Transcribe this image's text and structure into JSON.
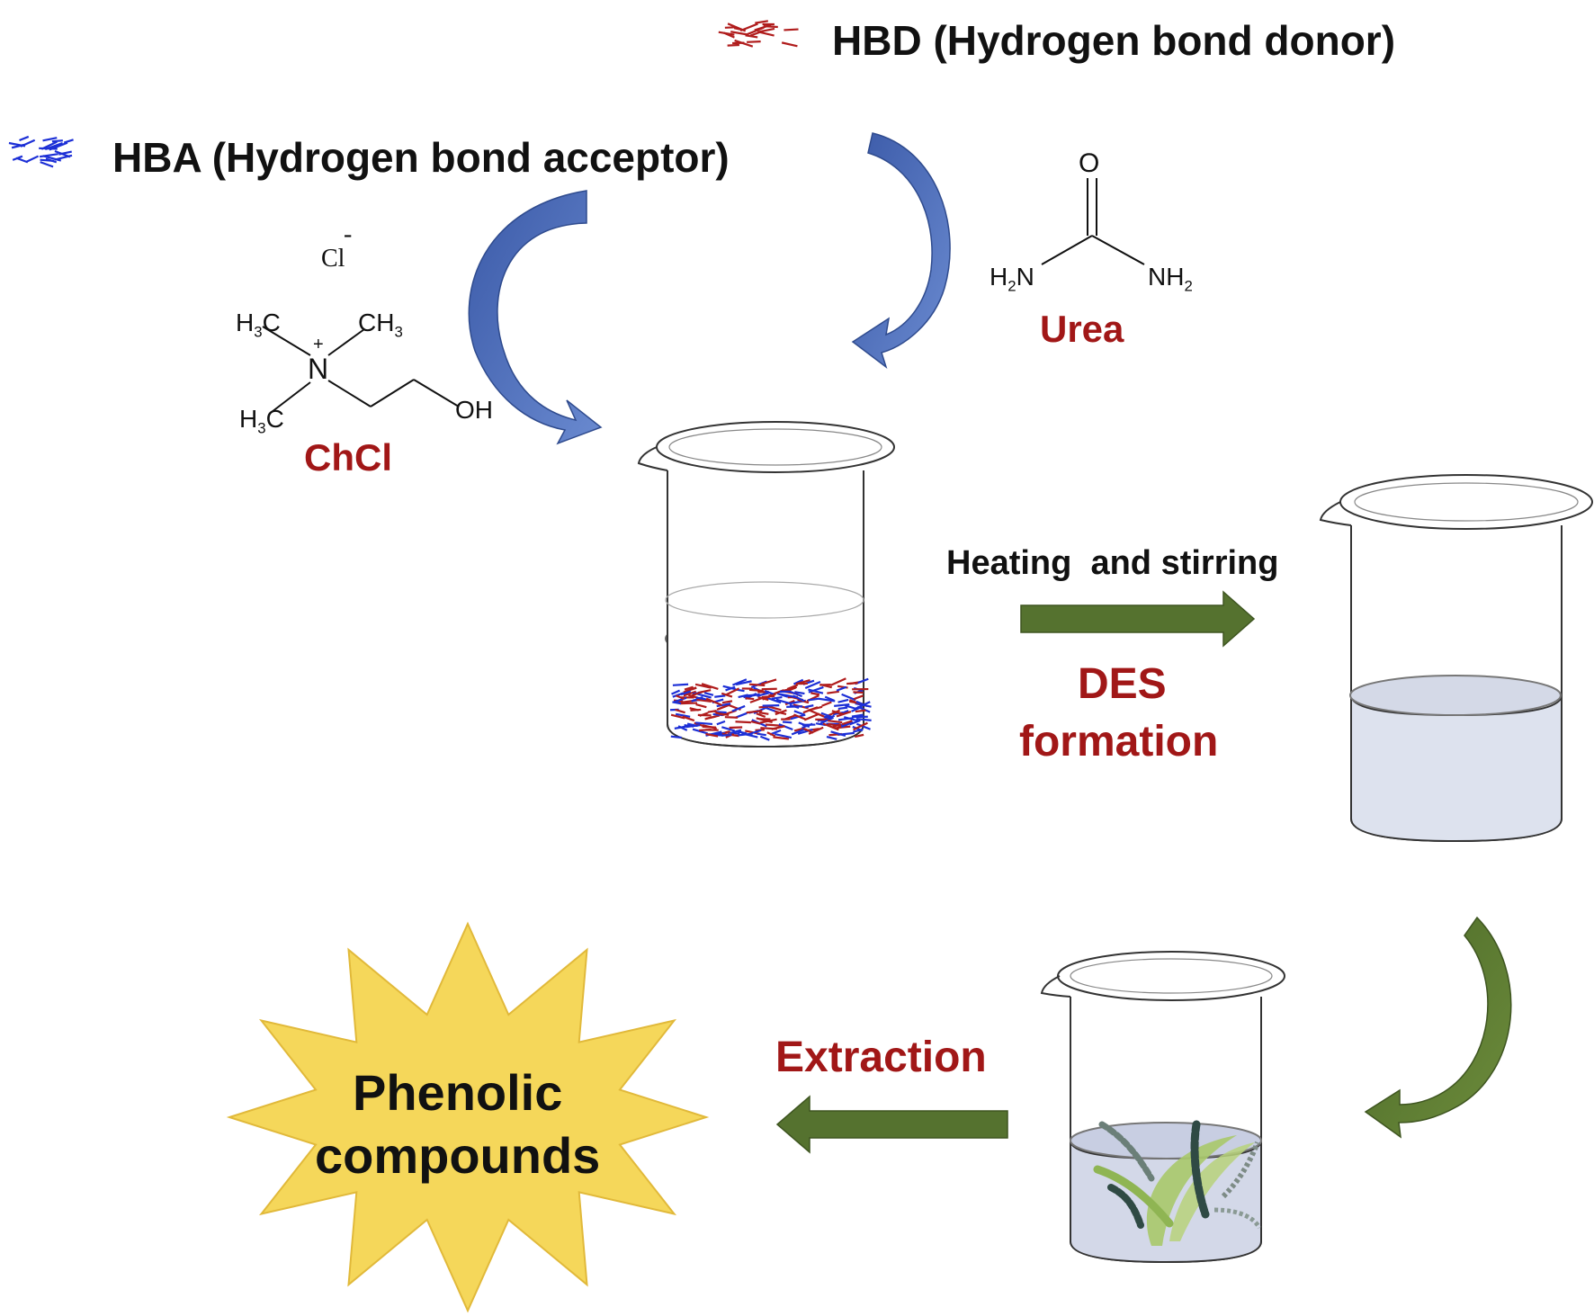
{
  "legend": {
    "hbd_label": "HBD (Hydrogen bond donor)",
    "hba_label": "HBA (Hydrogen bond acceptor)"
  },
  "chcl": {
    "name": "ChCl",
    "chloride": "Cl",
    "charge_minus": "-",
    "charge_plus": "+",
    "methyl_top_left": "H3C",
    "methyl_top_right": "CH3",
    "methyl_bottom_left": "H3C",
    "nitrogen": "N",
    "hydroxyl": "OH"
  },
  "urea": {
    "name": "Urea",
    "oxygen": "O",
    "amine_left": "H2N",
    "amine_right": "NH2"
  },
  "steps": {
    "heating": "Heating  and stirring",
    "des_line1": "DES",
    "des_line2": "formation",
    "extraction": "Extraction",
    "product_line1": "Phenolic",
    "product_line2": "compounds"
  },
  "colors": {
    "blue_arrow": "#4a6cb7",
    "green_arrow": "#55722f",
    "hbd_red": "#b01c1c",
    "hba_blue": "#1c2fd6",
    "des_liquid": "#dde2ee",
    "star_fill": "#f5d75a",
    "label_red": "#a11717"
  }
}
